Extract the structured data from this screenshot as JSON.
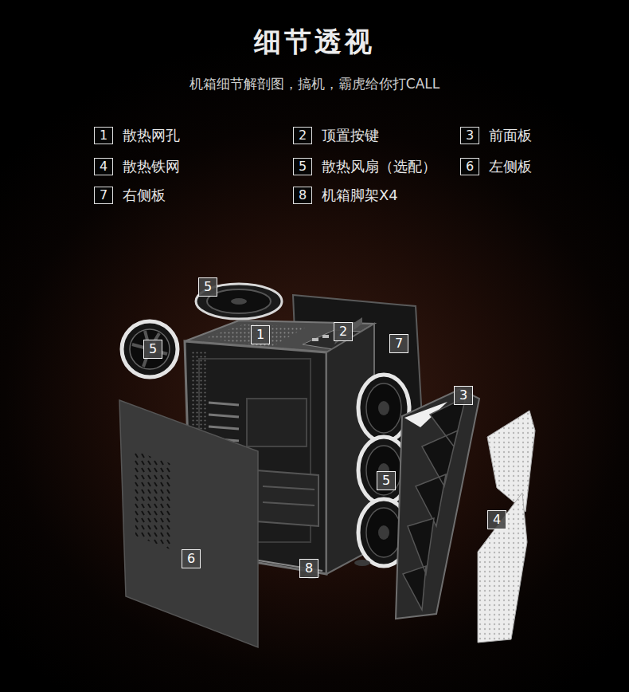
{
  "diagram": {
    "title": "细节透视",
    "nodes": [
      {
        "text": [
          "1",
          "散热网孔"
        ]
      },
      {
        "text": [
          "2",
          "顶置按键"
        ]
      },
      {
        "text": [
          "3",
          "前面板"
        ]
      },
      {
        "text": [
          "4",
          "散热铁网"
        ]
      },
      {
        "text": [
          "5",
          "散热风扇（选配）"
        ]
      },
      {
        "text": [
          "6",
          "左侧板"
        ]
      },
      {
        "text": [
          "7",
          "右侧板"
        ]
      },
      {
        "text": [
          "8",
          "机箱脚架X4"
        ]
      },
      {
        "text": [
          "5"
        ]
      },
      {
        "text": [
          "1"
        ]
      },
      {
        "text": [
          "2"
        ]
      },
      {
        "text": [
          "7"
        ]
      },
      {
        "text": [
          "5"
        ]
      },
      {
        "text": [
          "3"
        ]
      },
      {
        "text": [
          "5"
        ]
      },
      {
        "text": [
          "4"
        ]
      },
      {
        "text": [
          "6"
        ]
      },
      {
        "text": [
          "8"
        ]
      }
    ],
    "labels": [
      "机箱细节解剖图，搞机，霸虎给你打CALL"
    ]
  }
}
